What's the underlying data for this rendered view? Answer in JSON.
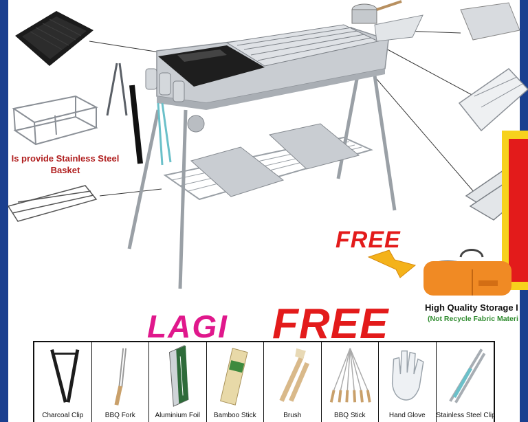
{
  "annotations": {
    "basket_label": "Is provide Stainless Steel Basket",
    "free_small": "FREE",
    "lagi": "LAGI",
    "free_big": "FREE",
    "bag_title": "High Quality Storage I",
    "bag_subtitle": "(Not Recycle Fabric Materi"
  },
  "accessories": [
    {
      "label": "Charcoal Clip",
      "icon": "charcoal-clip-icon"
    },
    {
      "label": "BBQ Fork",
      "icon": "bbq-fork-icon"
    },
    {
      "label": "Aluminium Foil",
      "icon": "aluminium-foil-icon"
    },
    {
      "label": "Bamboo Stick",
      "icon": "bamboo-stick-icon"
    },
    {
      "label": "Brush",
      "icon": "brush-icon"
    },
    {
      "label": "BBQ Stick",
      "icon": "bbq-stick-icon"
    },
    {
      "label": "Hand Glove",
      "icon": "hand-glove-icon"
    },
    {
      "label": "Stainless Steel Clip",
      "icon": "stainless-steel-clip-icon"
    }
  ],
  "colors": {
    "frame_blue": "#1a3f8f",
    "accent_red": "#e31b1b",
    "accent_pink": "#e0188c",
    "bag_orange": "#f08a24",
    "badge_yellow": "#f7d21c",
    "subtitle_green": "#2e8b2e"
  }
}
